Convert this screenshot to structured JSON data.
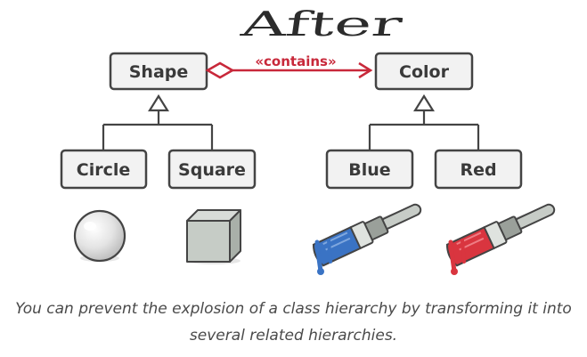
{
  "title": "After",
  "classes": {
    "shape": "Shape",
    "color": "Color",
    "circle": "Circle",
    "square": "Square",
    "blue": "Blue",
    "red": "Red"
  },
  "relation_label": "«contains»",
  "caption": {
    "line1": "You can prevent the explosion of a class hierarchy by transforming it into",
    "line2": "several related hierarchies."
  },
  "colors": {
    "relation": "#c8283a",
    "box_fill": "#f2f2f2",
    "box_stroke": "#444444",
    "blue_paint": "#3a73c4",
    "red_paint": "#d9353f"
  },
  "icons": [
    "sphere-icon",
    "cube-icon",
    "blue-paintbrush-icon",
    "red-paintbrush-icon"
  ]
}
